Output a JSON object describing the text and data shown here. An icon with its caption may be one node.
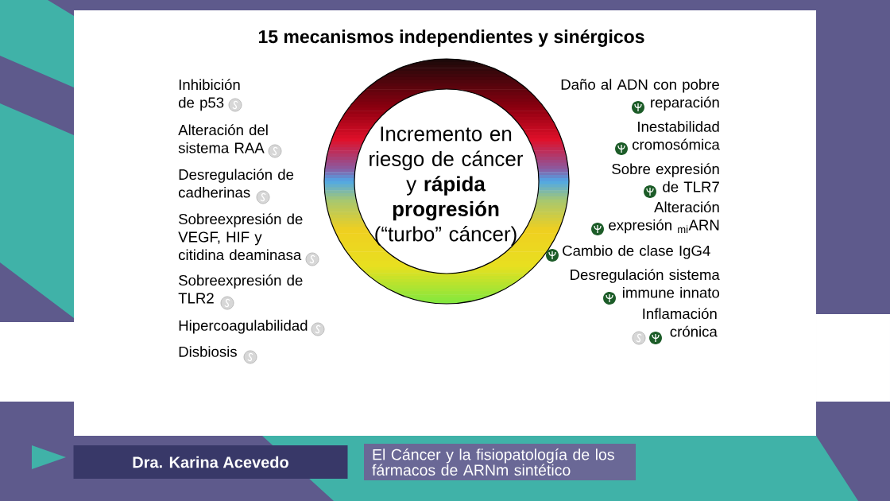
{
  "diagram": {
    "title": "15 mecanismos independientes y sinérgicos",
    "nodes": [
      {
        "text": [
          "Incremento en riesgo de cáncer y **rápida progresión** (“turbo” cáncer)"
        ]
      },
      {
        "text": [
          "Dra. Karina Acevedo"
        ]
      },
      {
        "text": [
          "El Cáncer y la fisiopatología de los fármacos de ARNm sintético"
        ]
      }
    ],
    "labels": [
      "Inhibición de p53",
      "Alteración del sistema RAA",
      "Desregulación de cadherinas",
      "Sobreexpresión de VEGF, HIF y citidina deaminasa",
      "Sobreexpresión de TLR2",
      "Hipercoagulabilidad",
      "Disbiosis",
      "Daño al ADN con pobre reparación",
      "Inestabilidad cromosómica",
      "Sobre expresión de TLR7",
      "Alteración expresión $_{mi}$ARN",
      "Cambio de clase IgG4",
      "Desregulación sistema immune innato",
      "Inflamación crónica"
    ]
  }
}
